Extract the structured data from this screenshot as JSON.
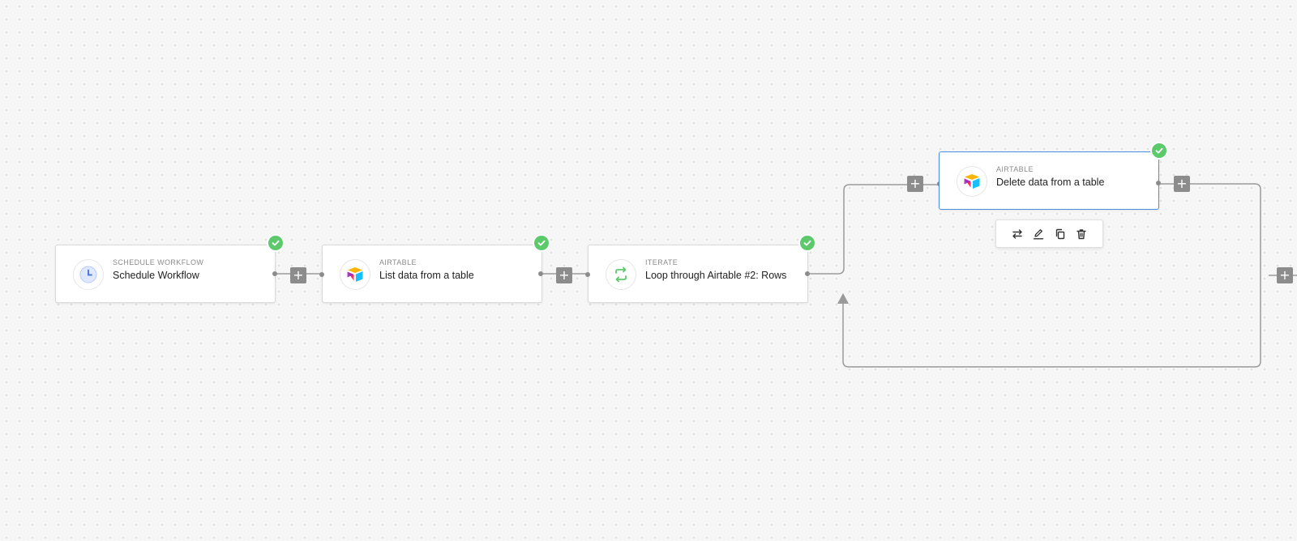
{
  "nodes": [
    {
      "kind": "Schedule Workflow",
      "title": "Schedule Workflow",
      "icon": "clock-icon",
      "status": "success"
    },
    {
      "kind": "Airtable",
      "title": "List data from a table",
      "icon": "airtable-icon",
      "status": "success"
    },
    {
      "kind": "Iterate",
      "title": "Loop through Airtable #2: Rows",
      "icon": "loop-icon",
      "status": "success"
    },
    {
      "kind": "Airtable",
      "title": "Delete data from a table",
      "icon": "airtable-icon",
      "status": "success",
      "selected": true
    }
  ],
  "add_step_label": "+",
  "toolbar": {
    "items": [
      "swap-icon",
      "edit-icon",
      "duplicate-icon",
      "delete-icon"
    ]
  },
  "colors": {
    "success": "#5cc96b",
    "selected_border": "#4a90e2",
    "connector": "#9a9a9a"
  }
}
